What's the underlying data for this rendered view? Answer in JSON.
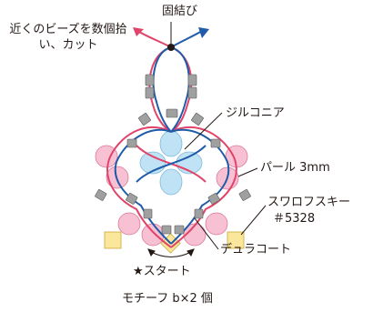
{
  "labels": {
    "knot": "固結び",
    "instruction": "近くのビーズを数個拾い、カット",
    "zirconia": "ジルコニア",
    "pearl": "パール 3mm",
    "swarovski": "スワロフスキー",
    "swarovski_no": "＃5328",
    "dura": "デュラコート",
    "start": "★スタート",
    "caption": "モチーフ b×2 個"
  },
  "colors": {
    "red_thread": "#e0446a",
    "blue_thread": "#1f5ba8",
    "zirconia_fill": "#bfe3f5",
    "pearl_fill": "#f7c1d3",
    "swarovski_fill": "#fbe79b",
    "dura_fill": "#9fa0a0",
    "leader_line": "#231815"
  }
}
